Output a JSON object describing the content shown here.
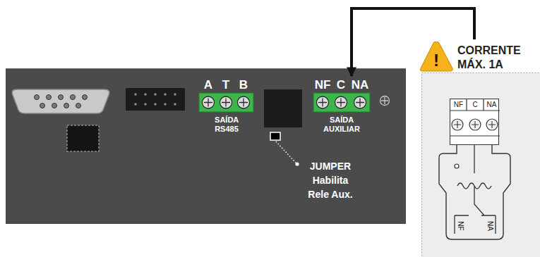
{
  "diagram": {
    "nodes": [
      {
        "text": [
          "A",
          "T",
          "B",
          "SAÍDA RS485"
        ]
      },
      {
        "text": [
          "NF",
          "C",
          "NA",
          "SAÍDA AUXILIAR"
        ]
      },
      {
        "text": [
          "CORRENTE MÁX. 1A"
        ]
      },
      {
        "text": [
          "NF",
          "C",
          "NA"
        ],
        "in": 2
      },
      {
        "text": [
          "NF",
          "NA"
        ],
        "in": 2
      }
    ],
    "edges": [
      {
        "from": 2,
        "to": 1,
        "arrow": "to"
      }
    ],
    "labels": [
      "!",
      "JUMPER Habilita Rele Aux."
    ]
  }
}
